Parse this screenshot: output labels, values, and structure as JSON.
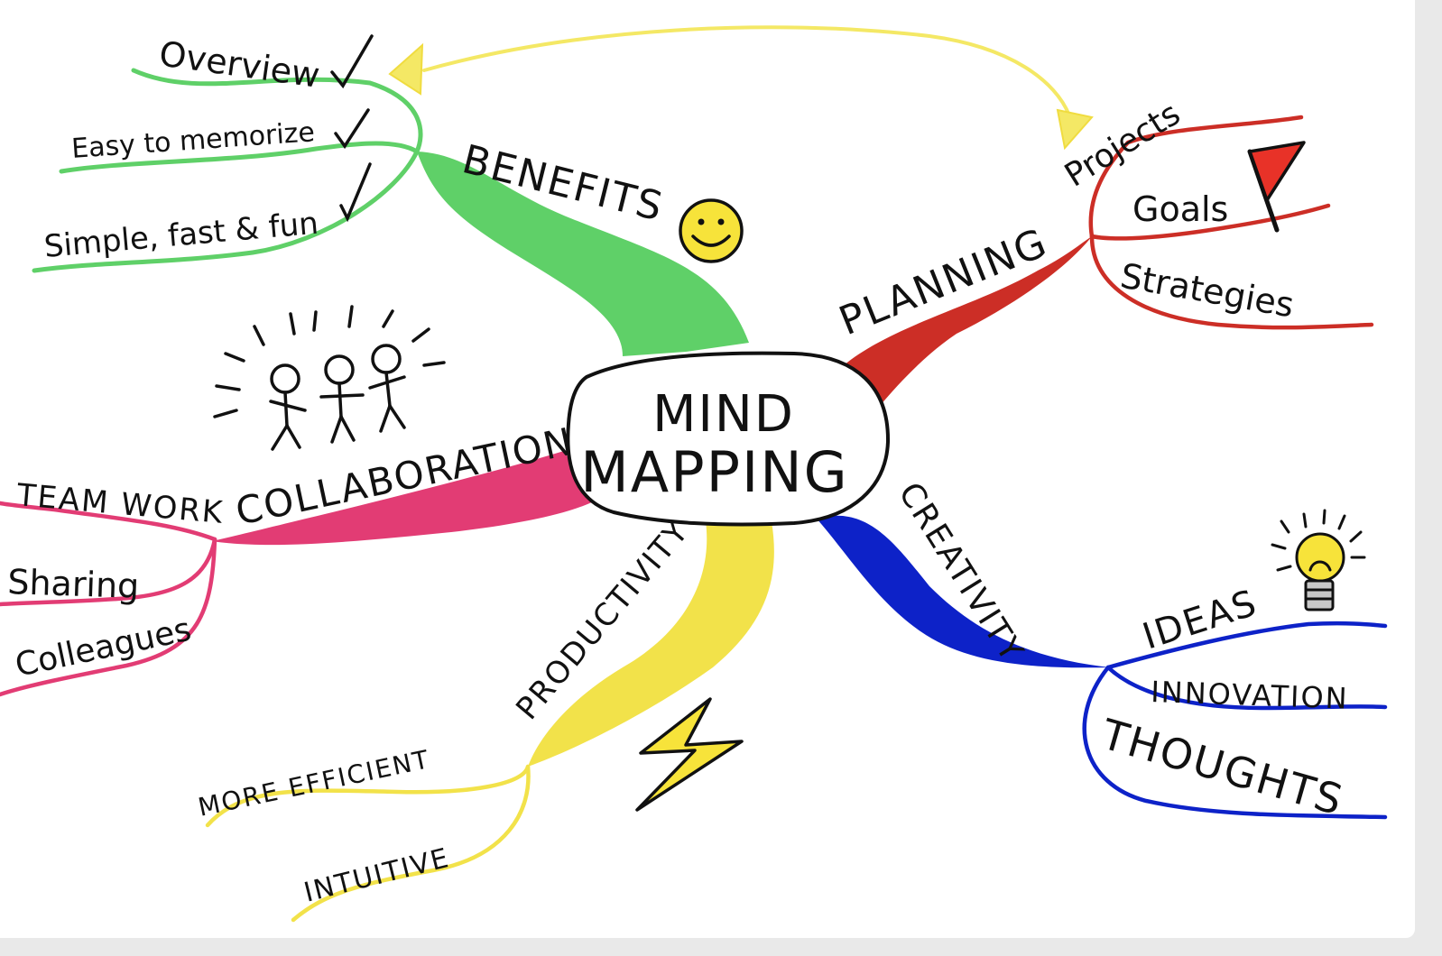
{
  "center": {
    "line1": "MIND",
    "line2": "MAPPING"
  },
  "branches": {
    "benefits": {
      "label": "BENEFITS",
      "color": "#5fd068",
      "items": [
        "Overview",
        "Easy to memorize",
        "Simple, fast & fun"
      ]
    },
    "planning": {
      "label": "PLANNING",
      "color": "#cc2e26",
      "items": [
        "Projects",
        "Goals",
        "Strategies"
      ]
    },
    "collaboration": {
      "label": "COLLABORATION",
      "color": "#e23c74",
      "items": [
        "TEAM WORK",
        "Sharing",
        "Colleagues"
      ]
    },
    "creativity": {
      "label": "CREATIVITY",
      "color": "#0d22c8",
      "items": [
        "IDEAS",
        "INNOVATION",
        "THOUGHTS"
      ]
    },
    "productivity": {
      "label": "PRODUCTIVITY",
      "color": "#f2e24a",
      "items": [
        "MORE EFFICIENT",
        "INTUITIVE"
      ]
    }
  },
  "connector_color": "#f4e865",
  "icons": [
    "smiley-icon",
    "flag-icon",
    "stick-figures-icon",
    "light-bulb-icon",
    "lightning-icon",
    "checkmark-icon"
  ]
}
